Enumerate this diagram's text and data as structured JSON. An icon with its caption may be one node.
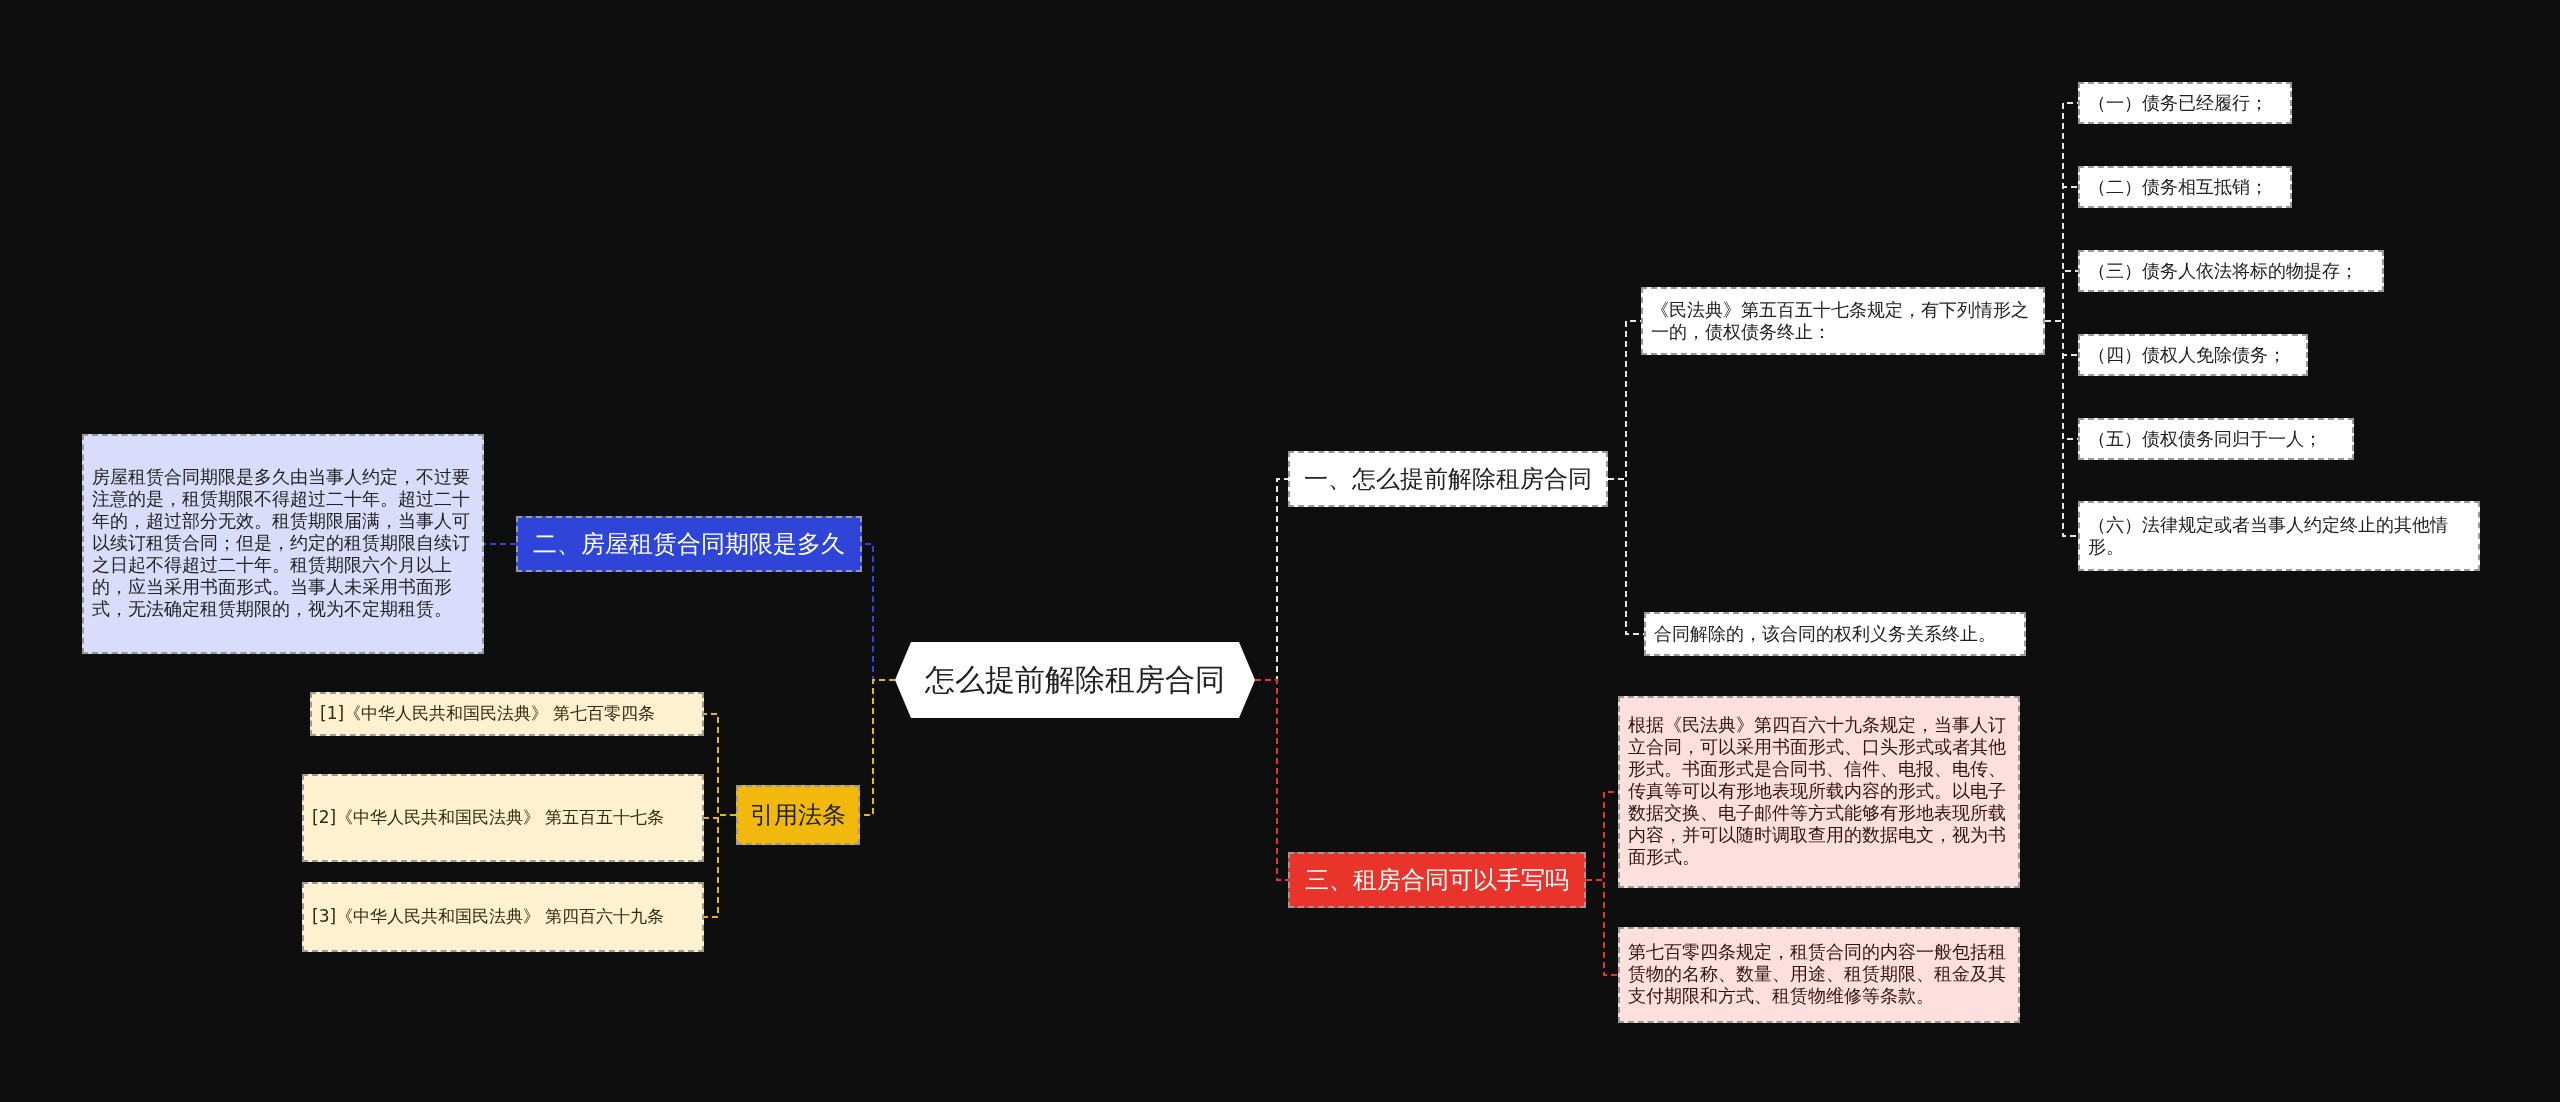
{
  "diagram": {
    "nodes": [
      {
        "text": [
          "怎么提前解除租房合同"
        ]
      },
      {
        "text": [
          "一、怎么提前解除租房合同"
        ]
      },
      {
        "text": [
          "《民法典》第五百五十七条规定，有下列情形之一的，债权债务终止："
        ]
      },
      {
        "text": [
          "（一）债务已经履行；"
        ]
      },
      {
        "text": [
          "（二）债务相互抵销；"
        ]
      },
      {
        "text": [
          "（三）债务人依法将标的物提存；"
        ]
      },
      {
        "text": [
          "（四）债权人免除债务；"
        ]
      },
      {
        "text": [
          "（五）债权债务同归于一人；"
        ]
      },
      {
        "text": [
          "（六）法律规定或者当事人约定终止的其他情形。"
        ]
      },
      {
        "text": [
          "合同解除的，该合同的权利义务关系终止。"
        ]
      },
      {
        "text": [
          "三、租房合同可以手写吗"
        ]
      },
      {
        "text": [
          "根据《民法典》第四百六十九条规定，当事人订立合同，可以采用书面形式、口头形式或者其他形式。书面形式是合同书、信件、电报、电传、传真等可以有形地表现所载内容的形式。以电子数据交换、电子邮件等方式能够有形地表现所载内容，并可以随时调取查用的数据电文，视为书面形式。"
        ]
      },
      {
        "text": [
          "第七百零四条规定，租赁合同的内容一般包括租赁物的名称、数量、用途、租赁期限、租金及其支付期限和方式、租赁物维修等条款。"
        ]
      },
      {
        "text": [
          "二、房屋租赁合同期限是多久"
        ]
      },
      {
        "text": [
          "房屋租赁合同期限是多久由当事人约定，不过要注意的是，租赁期限不得超过二十年。超过二十年的，超过部分无效。租赁期限届满，当事人可以续订租赁合同；但是，约定的租赁期限自续订之日起不得超过二十年。租赁期限六个月以上的，应当采用书面形式。当事人未采用书面形式，无法确定租赁期限的，视为不定期租赁。"
        ]
      },
      {
        "text": [
          "引用法条"
        ]
      },
      {
        "text": [
          "[1]《中华人民共和国民法典》 第七百零四条"
        ]
      },
      {
        "text": [
          "[2]《中华人民共和国民法典》 第五百五十七条"
        ]
      },
      {
        "text": [
          "[3]《中华人民共和国民法典》 第四百六十九条"
        ]
      }
    ],
    "edges": [
      {
        "from": 0,
        "to": 1,
        "arrow": "none"
      },
      {
        "from": 1,
        "to": 2,
        "arrow": "none"
      },
      {
        "from": 2,
        "to": 3,
        "arrow": "none"
      },
      {
        "from": 2,
        "to": 4,
        "arrow": "none"
      },
      {
        "from": 2,
        "to": 5,
        "arrow": "none"
      },
      {
        "from": 2,
        "to": 6,
        "arrow": "none"
      },
      {
        "from": 2,
        "to": 7,
        "arrow": "none"
      },
      {
        "from": 2,
        "to": 8,
        "arrow": "none"
      },
      {
        "from": 1,
        "to": 9,
        "arrow": "none"
      },
      {
        "from": 0,
        "to": 10,
        "arrow": "none",
        "color": "#e8342a"
      },
      {
        "from": 10,
        "to": 11,
        "arrow": "none",
        "color": "#e8342a"
      },
      {
        "from": 10,
        "to": 12,
        "arrow": "none",
        "color": "#e8342a"
      },
      {
        "from": 0,
        "to": 13,
        "arrow": "none",
        "color": "#2f45d8"
      },
      {
        "from": 13,
        "to": 14,
        "arrow": "none",
        "color": "#2f45d8"
      },
      {
        "from": 0,
        "to": 15,
        "arrow": "none",
        "color": "#e6b820"
      },
      {
        "from": 15,
        "to": 16,
        "arrow": "none",
        "color": "#e6b820"
      },
      {
        "from": 15,
        "to": 17,
        "arrow": "none",
        "color": "#e6b820"
      },
      {
        "from": 15,
        "to": 18,
        "arrow": "none",
        "color": "#e6b820"
      }
    ]
  }
}
